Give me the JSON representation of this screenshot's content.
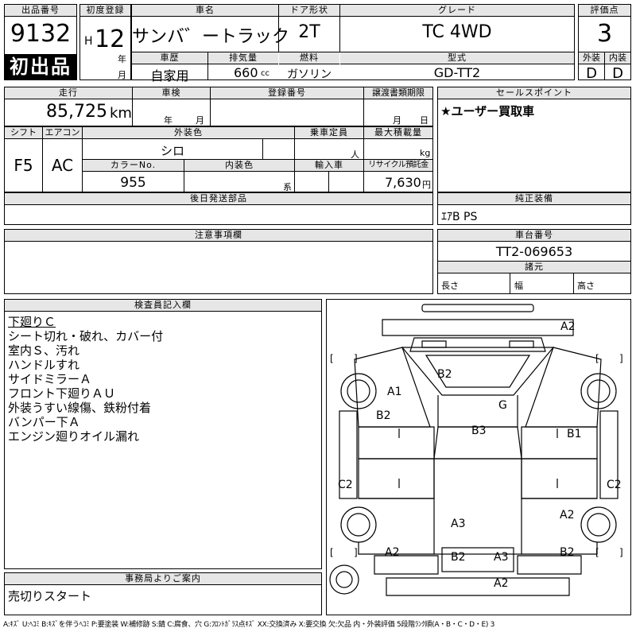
{
  "header": {
    "lot_no_label": "出品番号",
    "lot_no": "9132",
    "first_listing": "初出品",
    "first_reg_label": "初度登録",
    "era": "H",
    "year": "12",
    "year_unit": "年",
    "month_unit": "月",
    "car_name_label": "車名",
    "car_name": "サンバ゛ートラック",
    "door_label": "ドア形状",
    "door": "2T",
    "grade_label": "グレード",
    "grade": "TC 4WD",
    "score_label": "評価点",
    "score": "3",
    "history_label": "車歴",
    "history": "自家用",
    "displacement_label": "排気量",
    "displacement": "660",
    "displacement_unit": "cc",
    "fuel_label": "燃料",
    "fuel": "ガソリン",
    "model_label": "型式",
    "model": "GD-TT2",
    "exterior_label": "外装",
    "exterior": "D",
    "interior_label": "内装",
    "interior": "D"
  },
  "row2": {
    "mileage_label": "走行",
    "mileage": "85,725",
    "mileage_unit": "km",
    "inspection_label": "車検",
    "year_unit": "年",
    "month_unit": "月",
    "reg_no_label": "登録番号",
    "transfer_label": "譲渡書類期限",
    "month_unit2": "月",
    "day_unit": "日",
    "sales_point_label": "セールスポイント",
    "sales_point": "★ユーザー買取車"
  },
  "row3": {
    "shift_label": "シフト",
    "shift": "F5",
    "ac_label": "エアコン",
    "ac": "AC",
    "color_label": "外装色",
    "color": "シロ",
    "capacity_label": "乗車定員",
    "capacity_unit": "人",
    "max_load_label": "最大積載量",
    "max_load_unit": "kg",
    "color_no_label": "カラーNo.",
    "color_no": "955",
    "interior_color_label": "内装色",
    "interior_color_unit": "系",
    "import_label": "輸入車",
    "recycle_label": "リサイクル預託金",
    "recycle": "7,630",
    "recycle_unit": "円"
  },
  "later_parts_label": "後日発送部品",
  "equipment_label": "純正装備",
  "equipment": "ｴｱB PS",
  "caution_label": "注意事項欄",
  "chassis_label": "車台番号",
  "chassis": "TT2-069653",
  "dims_label": "諸元",
  "length_label": "長さ",
  "width_label": "幅",
  "height_label": "高さ",
  "inspector_label": "検査員記入欄",
  "inspector_notes": [
    "下廻りＣ",
    "シート切れ・破れ、カバー付",
    "室内Ｓ、汚れ",
    "ハンドルすれ",
    "サイドミラーＡ",
    "フロント下廻りＡＵ",
    "外装うすい線傷、鉄粉付着",
    "バンパー下Ａ",
    "エンジン廻りオイル漏れ"
  ],
  "office_label": "事務局よりご案内",
  "office_note": "売切りスタート",
  "diagram_marks": {
    "front_bumper": "A2",
    "hood": "B2",
    "left_front_wheel": "A1",
    "windshield": "G",
    "left_front_fender": "B2",
    "roof": "B3",
    "right_front_fender": "B1",
    "left_side": "C2",
    "right_side": "C2",
    "bed": "A3",
    "right_rear": "A2",
    "left_rear": "A2",
    "right_rear_lower": "B2",
    "tail_left": "B2",
    "tail_right": "A3",
    "rear_bumper": "A2"
  },
  "legend": "A:ｷｽﾞ U:ﾍｺﾐ B:ｷｽﾞを伴うﾍｺﾐ P:要塗装 W:補修跡 S:錆 C:腐食、穴 G:ﾌﾛﾝﾄｶﾞﾗｽ点ｷｽﾞ XX:交換済み X:要交換 欠:欠品 内・外装評価 5段階ﾗﾝｸ順(A・B・C・D・E) 3"
}
